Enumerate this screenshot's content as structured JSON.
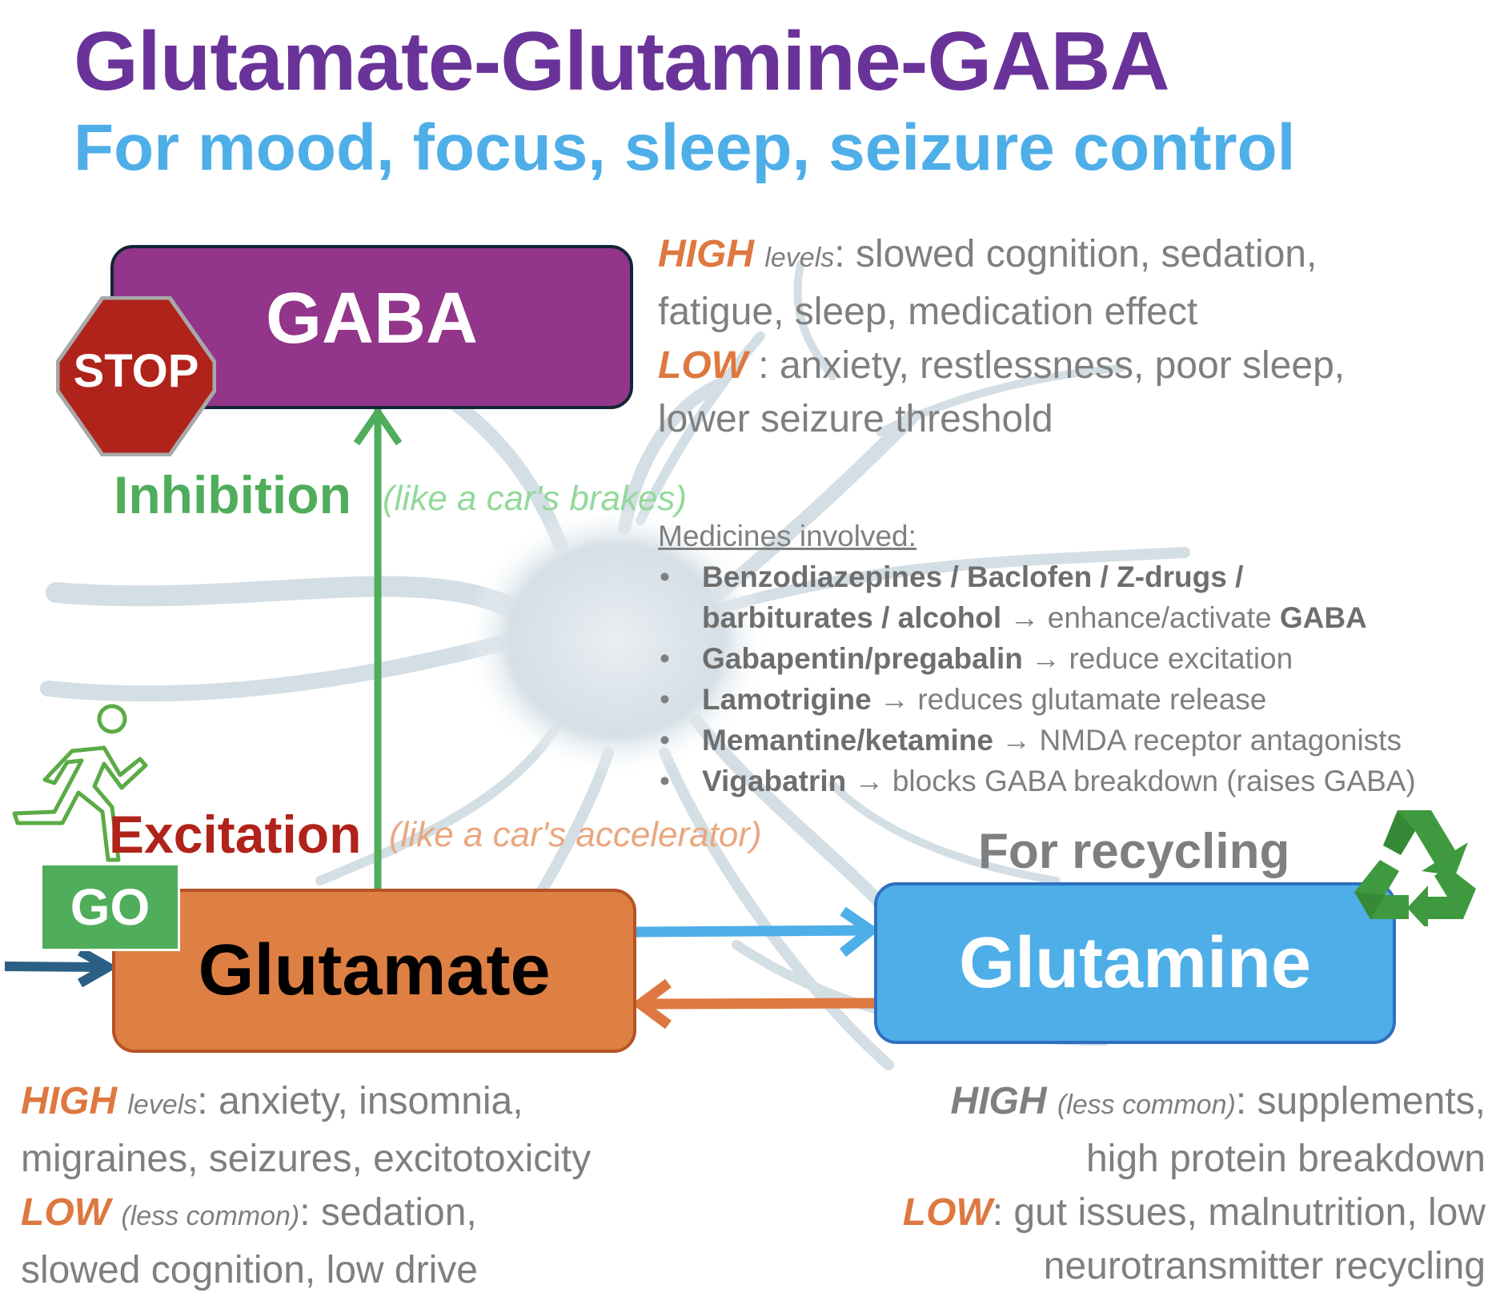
{
  "header": {
    "title": "Glutamate-Glutamine-GABA",
    "subtitle": "For mood, focus, sleep, seizure control"
  },
  "nodes": {
    "gaba": {
      "label": "GABA",
      "color": "#93358b"
    },
    "glutamate": {
      "label": "Glutamate",
      "color": "#de8043"
    },
    "glutamine": {
      "label": "Glutamine",
      "color": "#4eaee8"
    }
  },
  "icons": {
    "stop_sign": {
      "semantic": "stop-sign-icon",
      "text": "STOP",
      "color": "#b0231a"
    },
    "go_sign": {
      "semantic": "go-sign-icon",
      "text": "GO",
      "color": "#4fad5b"
    },
    "runner": {
      "semantic": "running-person-icon"
    },
    "recycle": {
      "semantic": "recycle-icon",
      "color": "#3f9a3f"
    }
  },
  "arrows": {
    "inhibition": {
      "label": "Inhibition",
      "note": "(like a car's brakes)",
      "color": "#4fad5b"
    },
    "excitation": {
      "label": "Excitation",
      "note": "(like a car's accelerator)",
      "color": "#b0231a"
    },
    "to_glutamine_color": "#4eaee8",
    "to_glutamate_color": "#de7840",
    "input_color": "#2c5f86"
  },
  "recycling_label": "For recycling",
  "gaba_info": {
    "high_label": "HIGH",
    "high_qualifier": "levels",
    "high_text_1": ": slowed cognition, sedation,",
    "high_text_2": "fatigue, sleep, medication effect",
    "low_label": "LOW",
    "low_text_1": " : anxiety, restlessness, poor sleep,",
    "low_text_2": "lower seizure threshold"
  },
  "medicines": {
    "heading": "Medicines involved:",
    "items": [
      {
        "drug": "Benzodiazepines / Baclofen / Z-drugs /",
        "drug2": "barbiturates / alcohol",
        "arrow": " → ",
        "effect": "enhance/activate ",
        "effect_bold": "GABA"
      },
      {
        "drug": "Gabapentin/pregabalin",
        "arrow": " → ",
        "effect": "reduce excitation"
      },
      {
        "drug": "Lamotrigine",
        "arrow": " → ",
        "effect": "reduces glutamate release"
      },
      {
        "drug": "Memantine/ketamine",
        "arrow": " → ",
        "effect": "NMDA receptor antagonists"
      },
      {
        "drug": "Vigabatrin",
        "arrow": " → ",
        "effect": "blocks GABA breakdown (raises GABA)"
      }
    ]
  },
  "glutamate_info": {
    "high_label": "HIGH",
    "high_qualifier": "levels",
    "high_text_1": ": anxiety, insomnia,",
    "high_text_2": "migraines, seizures, excitotoxicity",
    "low_label": "LOW",
    "low_qualifier": "(less common)",
    "low_text_1": ": sedation,",
    "low_text_2": "slowed cognition, low drive"
  },
  "glutamine_info": {
    "high_label": "HIGH",
    "high_qualifier": "(less common)",
    "high_text_1": ": supplements,",
    "high_text_2": "high protein breakdown",
    "low_label": "LOW",
    "low_text_1": ": gut issues, malnutrition, low",
    "low_text_2": "neurotransmitter recycling"
  }
}
